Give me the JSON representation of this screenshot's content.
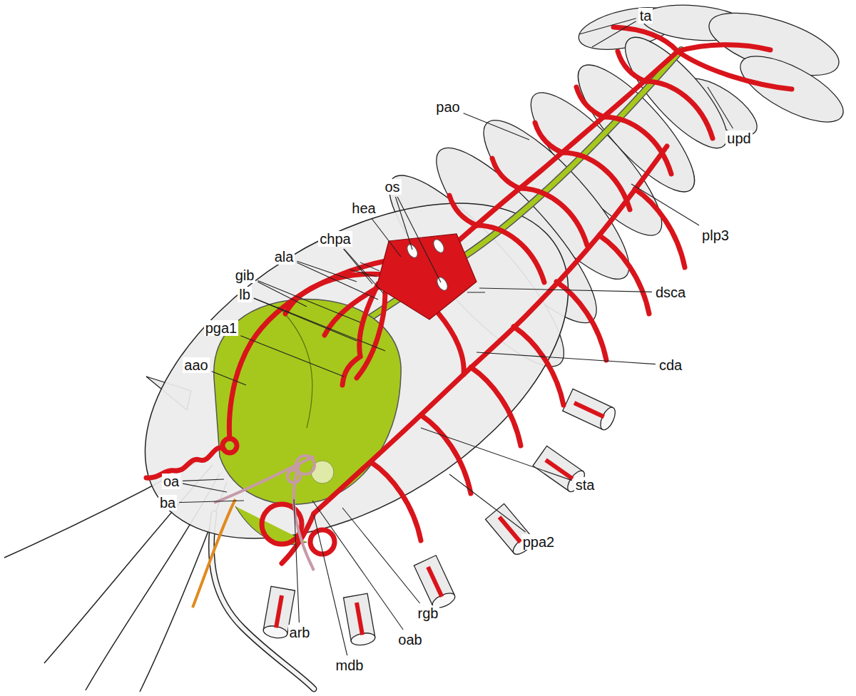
{
  "diagram": {
    "labels": [
      "ta",
      "pao",
      "upd",
      "os",
      "hea",
      "plp3",
      "chpa",
      "ala",
      "gib",
      "lb",
      "pga1",
      "dsca",
      "aao",
      "cda",
      "oa",
      "ba",
      "sta",
      "ppa2",
      "arb",
      "mdb",
      "oab",
      "rgb"
    ]
  }
}
